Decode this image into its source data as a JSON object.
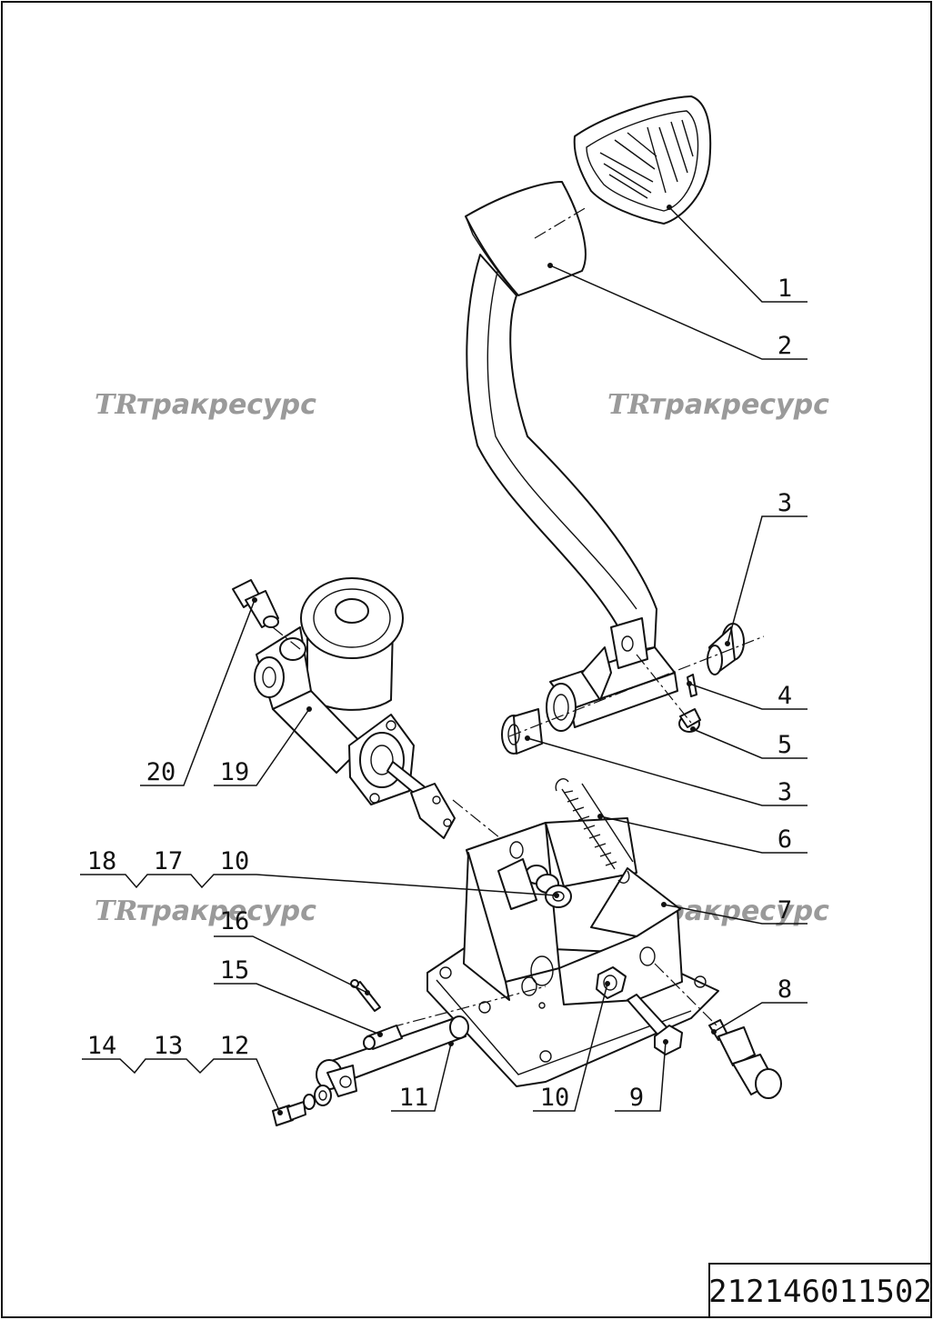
{
  "watermark": {
    "logo_mark": "TR",
    "brand": "тракресурс"
  },
  "document_number": "212146011502",
  "callouts": {
    "c1": "1",
    "c2": "2",
    "c3a": "3",
    "c3b": "3",
    "c4": "4",
    "c5": "5",
    "c6": "6",
    "c7": "7",
    "c8": "8",
    "c9": "9",
    "c10a": "10",
    "c10b": "10",
    "c11": "11",
    "c12": "12",
    "c13": "13",
    "c14": "14",
    "c15": "15",
    "c16": "16",
    "c17": "17",
    "c18": "18",
    "c19": "19",
    "c20": "20"
  }
}
